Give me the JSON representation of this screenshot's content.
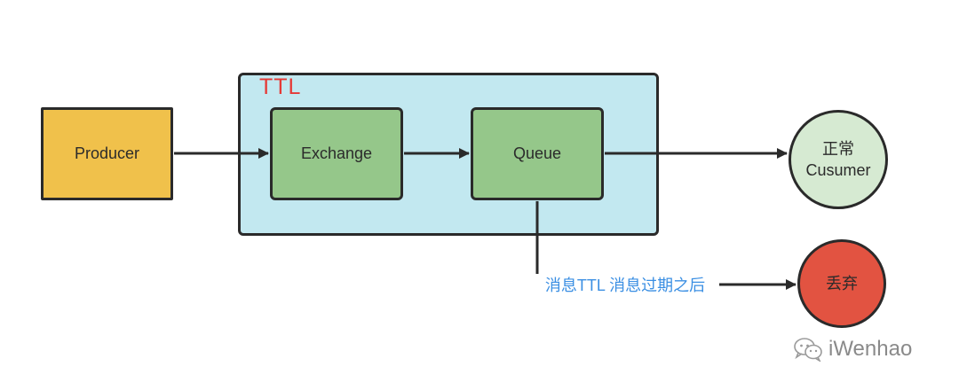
{
  "diagram": {
    "ttl_region_label": "TTL",
    "nodes": {
      "producer": "Producer",
      "exchange": "Exchange",
      "queue": "Queue",
      "consumer_line1": "正常",
      "consumer_line2": "Cusumer",
      "discard": "丢弃"
    },
    "edge_label": "消息TTL 消息过期之后",
    "colors": {
      "producer": "#f0c14b",
      "exchange": "#95c78a",
      "queue": "#95c78a",
      "ttl_region": "#c2e8f0",
      "ttl_label": "#e53935",
      "consumer": "#d6ead2",
      "discard": "#e25341",
      "edge_label": "#3b8fe3"
    }
  },
  "watermark": {
    "icon": "wechat-logo-icon",
    "text": "iWenhao"
  }
}
